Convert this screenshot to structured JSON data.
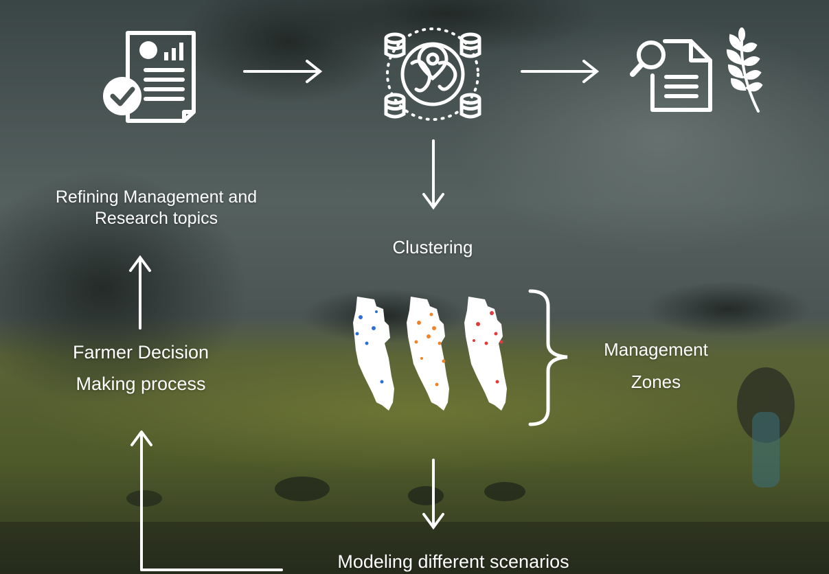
{
  "colors": {
    "foreground": "#ffffff",
    "sky_top": "#3e4a4a",
    "field_green": "#5f6a34",
    "zone_blue": "#2d6fd6",
    "zone_orange": "#f0832a",
    "zone_red": "#e23c3c"
  },
  "icons": {
    "report": "report-document-icon",
    "database": "global-database-icon",
    "research": "research-document-icon",
    "crop": "wheat-crop-icon"
  },
  "labels": {
    "refining_line1": "Refining Management and",
    "refining_line2": "Research topics",
    "clustering": "Clustering",
    "farmer_line1": "Farmer Decision",
    "farmer_line2": "Making process",
    "zones_line1": "Management",
    "zones_line2": "Zones",
    "modeling": "Modeling different scenarios"
  }
}
